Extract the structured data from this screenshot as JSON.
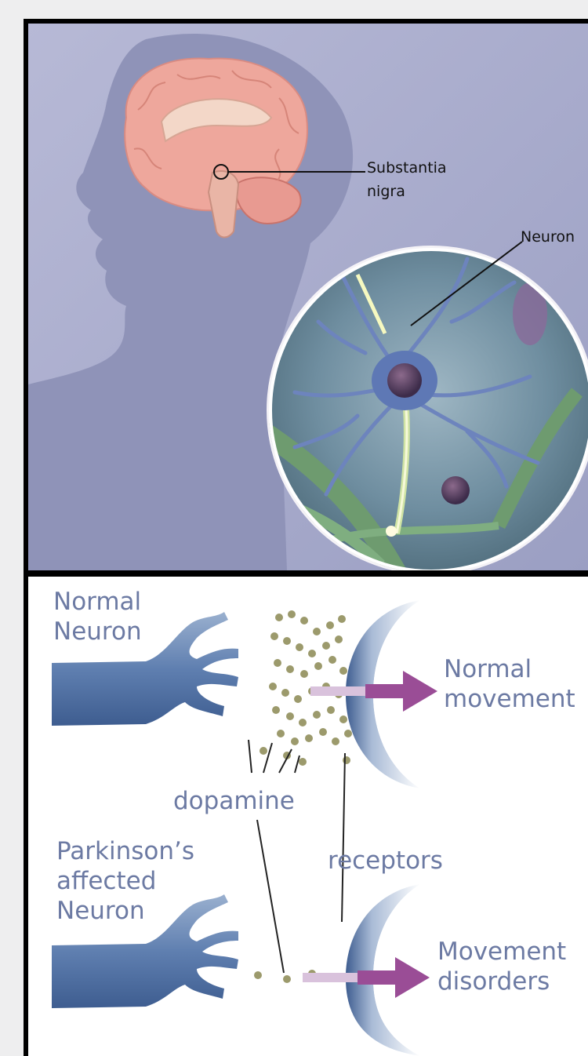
{
  "top": {
    "substantia_nigra_line1": "Substantia",
    "substantia_nigra_line2": "nigra",
    "neuron": "Neuron"
  },
  "bottom": {
    "normal_neuron_line1": "Normal",
    "normal_neuron_line2": "Neuron",
    "normal_movement_line1": "Normal",
    "normal_movement_line2": "movement",
    "dopamine": "dopamine",
    "parkinsons_line1": "Parkinson’s",
    "parkinsons_line2": "affected",
    "parkinsons_line3": "Neuron",
    "receptors": "receptors",
    "movement_disorders_line1": "Movement",
    "movement_disorders_line2": "disorders"
  },
  "colors": {
    "background": "#eeeeef",
    "frame": "#000000",
    "head_panel": "#a7aacb",
    "head_silhouette": "#8f93b8",
    "brain": "#eea79c",
    "neuron_blue": "#6d84bd",
    "label_blue": "#6c7aa3",
    "dopamine": "#9c9a6c",
    "arrow_purple": "#9a4d96"
  }
}
